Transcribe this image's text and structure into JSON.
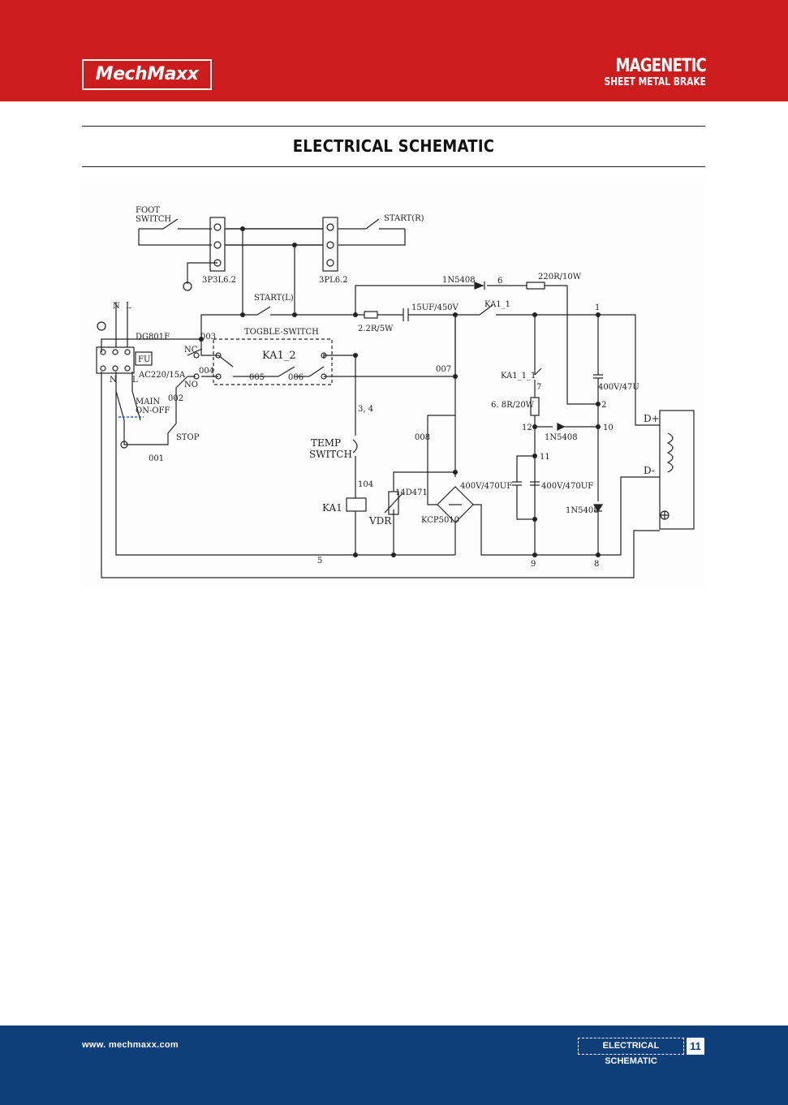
{
  "header": {
    "logo_text": "MechMaxx",
    "title_line1": "MAGENETIC",
    "title_line2": "SHEET METAL BRAKE",
    "background": "#cc1c1e"
  },
  "section": {
    "title": "ELECTRICAL SCHEMATIC"
  },
  "schematic": {
    "labels": {
      "foot_switch_1": "FOOT",
      "foot_switch_2": "SWITCH",
      "start_r": "START(R)",
      "start_l": "START(L)",
      "plug_3p3l": "3P3L6.2",
      "plug_3pl": "3PL6.2",
      "n": "N",
      "l": "L",
      "dg801f": "DG801F",
      "fu": "FU",
      "ac": "AC220/15A",
      "nc": "NC",
      "no": "NO",
      "w003": "003",
      "w004": "004",
      "w005": "005",
      "w006": "006",
      "w007": "007",
      "w008": "008",
      "w002": "002",
      "w001": "001",
      "toggle": "TOGBLE-SWITCH",
      "ka1_2": "KA1_2",
      "main_1": "MAIN",
      "main_2": "ON-OFF",
      "stop": "STOP",
      "diode_top": "1N5408",
      "node6": "6",
      "res_220": "220R/10W",
      "res_22": "2.2R/5W",
      "cap_15": "15UF/450V",
      "ka1_1": "KA1_1",
      "ka1_1_1": "KA1_1_1",
      "node1": "1",
      "node2": "2",
      "node7": "7",
      "node10": "10",
      "node11": "11",
      "node12": "12",
      "node9": "9",
      "node8": "8",
      "node5": "5",
      "node34": "3, 4",
      "node104": "104",
      "res_68": "6. 8R/20W",
      "cap_47": "400V/47U",
      "diode_mid": "1N5408",
      "diode_low": "1N5408",
      "cap_470a": "400V/470UF",
      "cap_470b": "400V/470UF",
      "temp_1": "TEMP",
      "temp_2": "SWITCH",
      "ka1": "KA1",
      "vdr": "VDR",
      "v14d": "14D471",
      "kcp": "KCP5010",
      "d_plus": "D+",
      "d_minus": "D-",
      "n_small": "N",
      "l_small": "L"
    }
  },
  "footer": {
    "url": "www. mechmaxx.com",
    "section_tag": "ELECTRICAL SCHEMATIC",
    "page_number": "11",
    "background": "#0d3f7a"
  }
}
